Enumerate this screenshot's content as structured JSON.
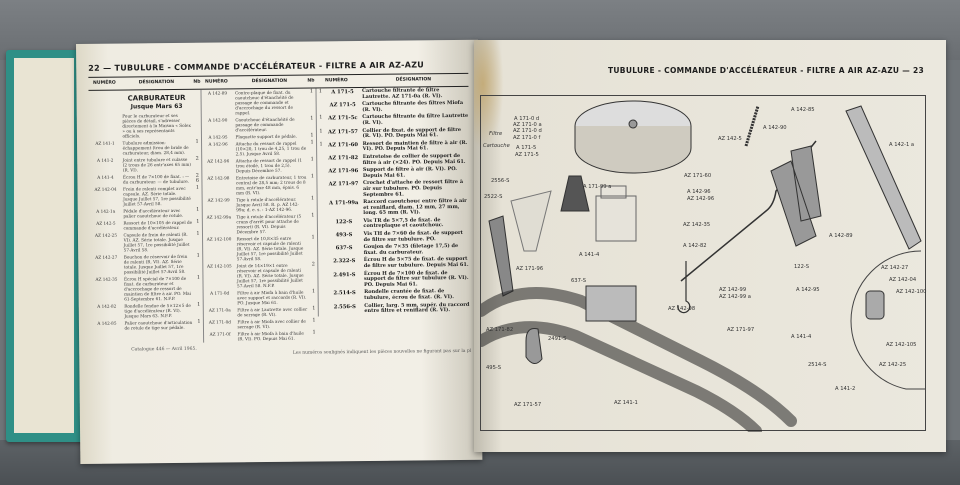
{
  "left_page": {
    "title": "22 — TUBULURE - COMMANDE D'ACCÉLÉRATEUR - FILTRE A AIR AZ-AZU",
    "headers": [
      "NUMÉRO",
      "DÉSIGNATION",
      "Nbre",
      "NUMÉRO",
      "DÉSIGNATION",
      "Nbre",
      "NUMÉRO",
      "DÉSIGNATION"
    ],
    "section": {
      "heading": "CARBURATEUR",
      "subheading": "Jusque Mars 63",
      "note": "Pour le carburateur et ses pièces de détail, s'adresser directement à la Maison « Solex » ou à ses représentants officiels."
    },
    "col1": [
      {
        "num": "AZ 141-1",
        "desc": "Tubulure admission-échappement (trou de bride de carburateur, diam. 28,4 mm).",
        "qty": "1"
      },
      {
        "num": "A 141-2",
        "desc": "Joint entre tubulure et culasse (2 trous de 26 entr'axes 65 mm) (R. VI).",
        "qty": "2"
      },
      {
        "num": "A 141-4",
        "desc": "Écrou H de 7×100 de fixat. : — du carburateur. — de tubulure.",
        "qty": "2 6"
      },
      {
        "num": "AZ 142-04",
        "desc": "Frein de ralenti complet avec capsule. AZ. Série totale. Jusque Juillet 57, 1re possibilité Juillet 57-Avril 58.",
        "qty": "1"
      },
      {
        "num": "A 142-1a",
        "desc": "Pédale d'accélérateur avec palier caoutchouc de rotule.",
        "qty": "1"
      },
      {
        "num": "AZ 142-5",
        "desc": "Ressort de 10×105 de rappel de commande d'accélérateur.",
        "qty": "1"
      },
      {
        "num": "AZ 142-25",
        "desc": "Capsule de frein de ralenti (R. VI). AZ. Série totale. Jusque Juillet 57, 1re possibilité Juillet 57-Avril 58.",
        "qty": "1"
      },
      {
        "num": "AZ 142-27",
        "desc": "Bouchon de réservoir de frein de ralenti (R. VI). AZ. Série totale. Jusque Juillet 57, 1re possibilité Juillet 57-Avril 58.",
        "qty": "1"
      },
      {
        "num": "AZ 142-35",
        "desc": "Écrou H spécial de 7×100 de fixat. de carburateur et d'accrochage de ressort de maintien de filtre à air. PO. Mai 61-Septembre 61. N.F.P.",
        "qty": "1"
      },
      {
        "num": "A 142-82",
        "desc": "Rondelle fendue de 5×12×5 de tige d'accélérateur (R. VI). Jusque Mars 63. N.F.P.",
        "qty": "1"
      },
      {
        "num": "A 142-85",
        "desc": "Palier caoutchouc d'articulation de rotule de tige sur pédale.",
        "qty": "1"
      }
    ],
    "col2": [
      {
        "num": "A 142-89",
        "desc": "Contre-plaque de fixat. du caoutchouc d'étanchéité de passage de commande et d'accrochage du ressort de rappel.",
        "qty": "1"
      },
      {
        "num": "A 142-90",
        "desc": "Caoutchouc d'étanchéité de passage de commande d'accélérateur.",
        "qty": "1"
      },
      {
        "num": "A 142-95",
        "desc": "Plaquette support de pédale.",
        "qty": "1"
      },
      {
        "num": "A 142-96",
        "desc": "Attache du ressort de rappel (10×20, 1 trou de 4,25, 1 trou de 2,5). Jusque Avril 58.",
        "qty": "1"
      },
      {
        "num": "AZ 142-96",
        "desc": "Attache de ressort de rappel (1 trou étoilé, 1 trou de 2,5). Depuis Décembre 57.",
        "qty": "1"
      },
      {
        "num": "AZ 142-98",
        "desc": "Entretoise de carburateur, 1 trou central de 28,5 mm; 2 trous de 8 mm, entr'axe 48 mm, épais. 6 mm (R. VI).",
        "qty": "1"
      },
      {
        "num": "AZ 142-99",
        "desc": "Tige à rotule d'accélérateur. Jusque Avril 58. R. p. AZ 142-99a; d. e. s. : 1-AZ 142-96.",
        "qty": "1"
      },
      {
        "num": "AZ 142-99a",
        "desc": "Tige à rotule d'accélérateur (5 crans d'arrêt pour attache de ressort) (R. VI). Depuis Décembre 57.",
        "qty": "1"
      },
      {
        "num": "AZ 142-100",
        "desc": "Ressort de 10,8×35 entre réservoir et capsule de ralenti (R. VI). AZ. Série totale. Jusque Juillet 57, 1re possibilité Juillet 57-Avril 58.",
        "qty": "1"
      },
      {
        "num": "AZ 142-105",
        "desc": "Joint de 14×19×1 entre réservoir et capsule de ralenti (R. VI). AZ. Série totale. Jusque Juillet 57, 1re possibilité Juillet 57-Avril 58. N.F.P.",
        "qty": "2"
      },
      {
        "num": "A 171-0d",
        "desc": "Filtre à air Miofa à bain d'huile avec support et raccords (R. VI). PO. Jusque Mai 61.",
        "qty": "1"
      },
      {
        "num": "AZ 171-0a",
        "desc": "Filtre à air Lautrette avec collier de serrage (R. VI).",
        "qty": "1"
      },
      {
        "num": "AZ 171-0d",
        "desc": "Filtre à air Miofa avec collier de serrage (R. VI).",
        "qty": "1"
      },
      {
        "num": "AZ 171-0f",
        "desc": "Filtre à air Miofa à bain d'huile (R. VI). PO. Depuis Mai 61.",
        "qty": "1"
      }
    ],
    "col3": [
      {
        "qty": "1",
        "num": "A 171-5",
        "desc": "Cartouche filtrante de filtre Lautrette. AZ 171-0a (R. VI)."
      },
      {
        "qty": "",
        "num": "AZ 171-5",
        "desc": "Cartouche filtrante des filtres Miofa (R. VI)."
      },
      {
        "qty": "1",
        "num": "AZ 171-5c",
        "desc": "Cartouche filtrante du filtre Lautrette (R. VI)."
      },
      {
        "qty": "1",
        "num": "AZ 171-57",
        "desc": "Collier de fixat. de support de filtre (R. VI). PO. Depuis Mai 61."
      },
      {
        "qty": "1",
        "num": "AZ 171-60",
        "desc": "Ressort de maintien de filtre à air (R. VI). PO. Depuis Mai 61."
      },
      {
        "qty": "",
        "num": "AZ 171-82",
        "desc": "Entretoise de collier de support de filtre à air (×24). PO. Depuis Mai 61."
      },
      {
        "qty": "",
        "num": "AZ 171-96",
        "desc": "Support de filtre à air (R. VI). PO. Depuis Mai 61."
      },
      {
        "qty": "",
        "num": "AZ 171-97",
        "desc": "Crochet d'attache de ressort filtre à air sur tubulure. PO. Depuis Septembre 61."
      },
      {
        "qty": "",
        "num": "A 171-99a",
        "desc": "Raccord caoutchouc entre filtre à air et reniflard, diam. 12 mm, 27 mm, long. 65 mm (R. VI)."
      },
      {
        "qty": "",
        "num": "122-S",
        "desc": "Vis TR de 5×7,5 de fixat. de contreplaque et caoutchouc."
      },
      {
        "qty": "",
        "num": "493-S",
        "desc": "Vis TH de 7×60 de fixat. de support de filtre sur tubulure. PO."
      },
      {
        "qty": "",
        "num": "637-S",
        "desc": "Goujon de 7×35 (filetage 17,5) de fixat. du carburateur."
      },
      {
        "qty": "",
        "num": "2.322-S",
        "desc": "Écrou H de 5×75 de fixat. de support de filtre sur tubulure. Depuis Mai 61."
      },
      {
        "qty": "",
        "num": "2.491-S",
        "desc": "Écrou H de 7×100 de fixat. de support de filtre sur tubulure (R. VI). PO. Depuis Mai 61."
      },
      {
        "qty": "",
        "num": "2.514-S",
        "desc": "Rondelle crantée de fixat. de tubulure, écrou de fixat. (R. VI)."
      },
      {
        "qty": "",
        "num": "2.556-S",
        "desc": "Collier, larg. 5 mm, supér. du raccord entre filtre et reniflard (R. VI)."
      }
    ],
    "footer_catalogue": "Catalogue 446 — Avril 1965.",
    "footer_note": "Les numéros soulignés indiquent les pièces nouvelles ne figurant pas sur la pl"
  },
  "right_page": {
    "title": "TUBULURE - COMMANDE D'ACCÉLÉRATEUR - FILTRE A AIR AZ-AZU — 23",
    "labels": [
      "A 171-0 d",
      "AZ 171-0 a",
      "AZ 171-0 d",
      "AZ 171-0 f",
      "Filtre",
      "Cartouche",
      "A 171-5",
      "AZ 171-5",
      "A 142-85",
      "A 142-90",
      "AZ 142-5",
      "A 142-1 a",
      "AZ 171-60",
      "2556-S",
      "A 171-99 a",
      "2522-S",
      "A 142-96",
      "AZ 142-96",
      "AZ 142-35",
      "A 142-89",
      "A 142-82",
      "A 141-4",
      "122-S",
      "AZ 171-96",
      "637-S",
      "A 142-95",
      "AZ 142-27",
      "AZ 142-04",
      "AZ 142-100",
      "AZ 142-99",
      "AZ 142-99 a",
      "AZ 142-98",
      "AZ 171-97",
      "AZ 171-82",
      "2491-S",
      "A 141-4",
      "AZ 142-105",
      "495-S",
      "2514-S",
      "AZ 142-25",
      "A 141-2",
      "AZ 141-1",
      "AZ 171-57"
    ]
  },
  "colors": {
    "cover": "#2f8f86",
    "paper": "#ebe8de",
    "ink": "#222222"
  }
}
